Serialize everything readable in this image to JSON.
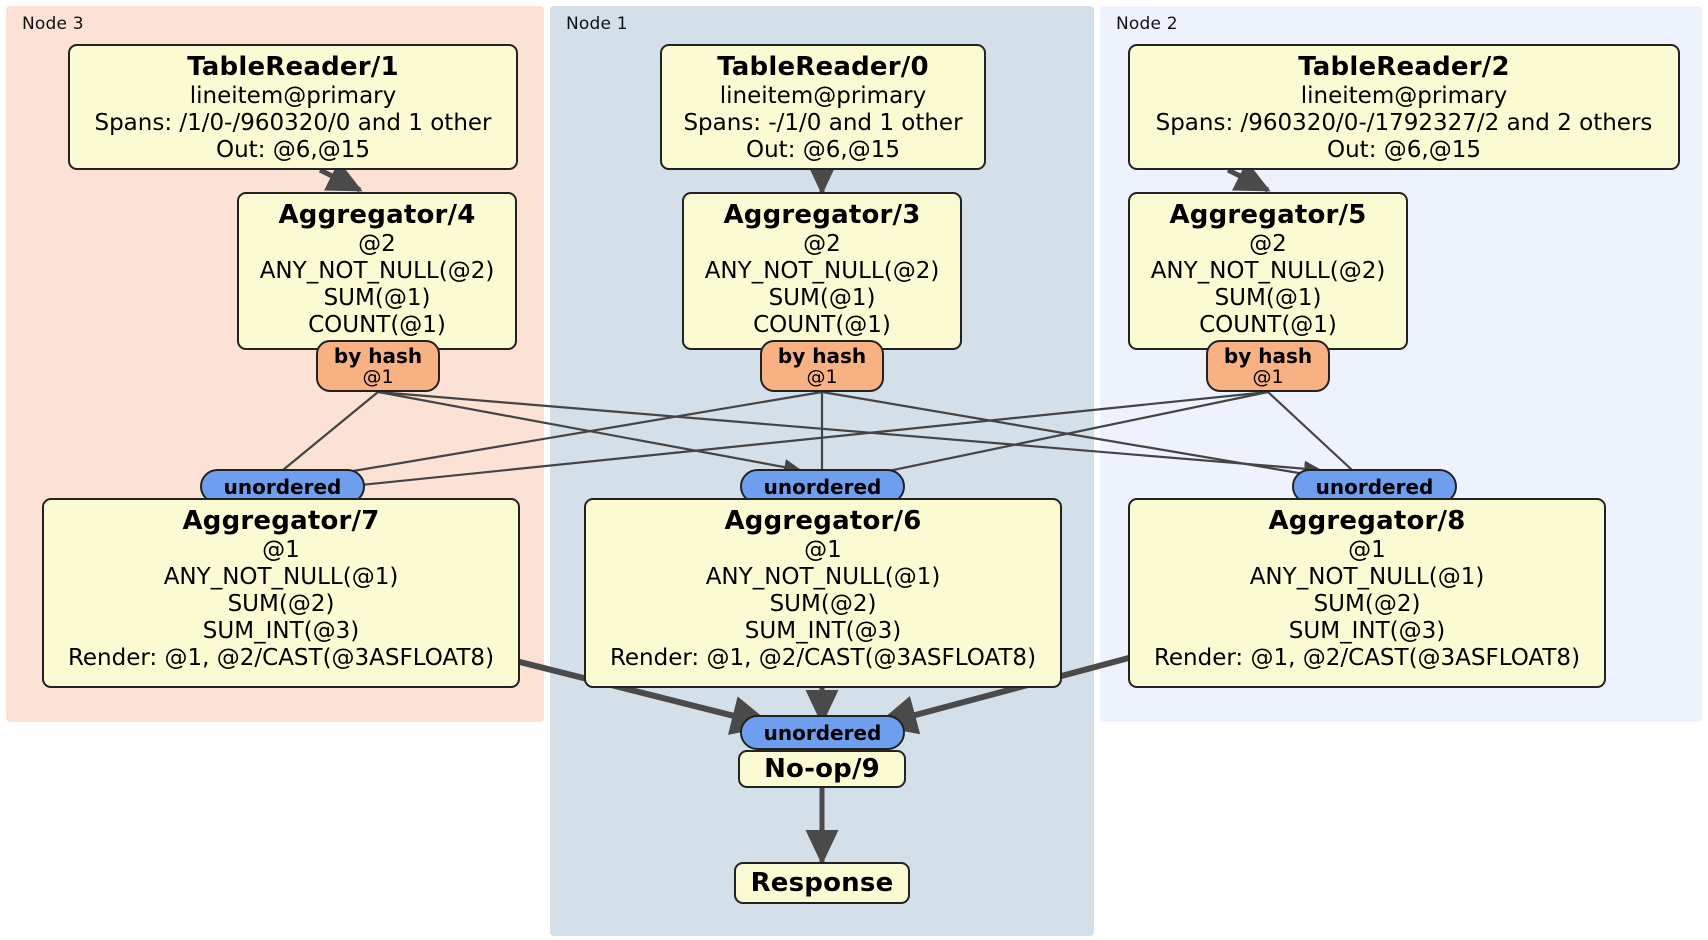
{
  "diagram": {
    "title": "Distributed SQL query plan",
    "colors": {
      "node3_panel": "#fbe2d5",
      "node1_panel": "#d3e0ea",
      "node2_panel": "#eef2fc",
      "processor_fill": "#fbfbd3",
      "processor_stroke": "#222222",
      "hash_badge": "#f7b183",
      "unordered_badge": "#6e9fee",
      "edge_thin": "#444444",
      "edge_thick": "#4a4a4a"
    },
    "panels": [
      {
        "id": "node3",
        "label": "Node 3"
      },
      {
        "id": "node1",
        "label": "Node 1"
      },
      {
        "id": "node2",
        "label": "Node 2"
      }
    ],
    "processors": {
      "tablereader1": {
        "title": "TableReader/1",
        "lines": [
          "lineitem@primary",
          "Spans: /1/0-/960320/0 and 1 other",
          "Out: @6,@15"
        ]
      },
      "tablereader0": {
        "title": "TableReader/0",
        "lines": [
          "lineitem@primary",
          "Spans: -/1/0 and 1 other",
          "Out: @6,@15"
        ]
      },
      "tablereader2": {
        "title": "TableReader/2",
        "lines": [
          "lineitem@primary",
          "Spans: /960320/0-/1792327/2 and 2 others",
          "Out: @6,@15"
        ]
      },
      "aggregator4": {
        "title": "Aggregator/4",
        "lines": [
          "@2",
          "ANY_NOT_NULL(@2)",
          "SUM(@1)",
          "COUNT(@1)"
        ]
      },
      "aggregator3": {
        "title": "Aggregator/3",
        "lines": [
          "@2",
          "ANY_NOT_NULL(@2)",
          "SUM(@1)",
          "COUNT(@1)"
        ]
      },
      "aggregator5": {
        "title": "Aggregator/5",
        "lines": [
          "@2",
          "ANY_NOT_NULL(@2)",
          "SUM(@1)",
          "COUNT(@1)"
        ]
      },
      "aggregator7": {
        "title": "Aggregator/7",
        "lines": [
          "@1",
          "ANY_NOT_NULL(@1)",
          "SUM(@2)",
          "SUM_INT(@3)",
          "Render: @1, @2/CAST(@3ASFLOAT8)"
        ]
      },
      "aggregator6": {
        "title": "Aggregator/6",
        "lines": [
          "@1",
          "ANY_NOT_NULL(@1)",
          "SUM(@2)",
          "SUM_INT(@3)",
          "Render: @1, @2/CAST(@3ASFLOAT8)"
        ]
      },
      "aggregator8": {
        "title": "Aggregator/8",
        "lines": [
          "@1",
          "ANY_NOT_NULL(@1)",
          "SUM(@2)",
          "SUM_INT(@3)",
          "Render: @1, @2/CAST(@3ASFLOAT8)"
        ]
      },
      "noop9": {
        "title": "No-op/9",
        "lines": []
      },
      "response": {
        "title": "Response",
        "lines": []
      }
    },
    "badges": {
      "hash4": {
        "line1": "by hash",
        "line2": "@1"
      },
      "hash3": {
        "line1": "by hash",
        "line2": "@1"
      },
      "hash5": {
        "line1": "by hash",
        "line2": "@1"
      },
      "unordered7": {
        "line1": "unordered"
      },
      "unordered6": {
        "line1": "unordered"
      },
      "unordered8": {
        "line1": "unordered"
      },
      "unordered9": {
        "line1": "unordered"
      }
    }
  }
}
